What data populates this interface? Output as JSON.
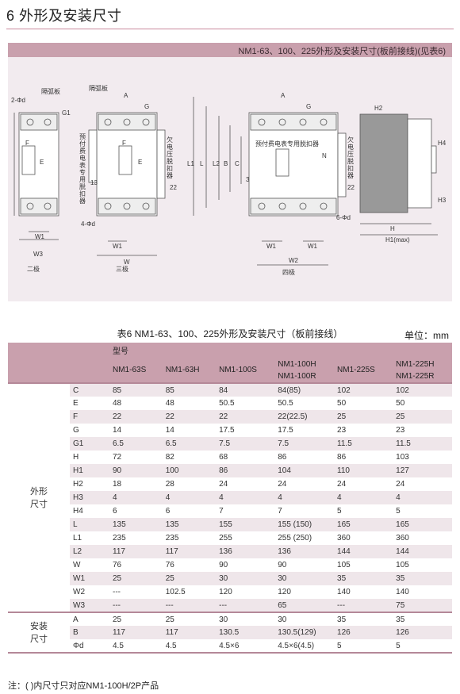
{
  "header": {
    "title": "6 外形及安装尺寸"
  },
  "banner": {
    "text": "NM1-63、100、225外形及安装尺寸(板前接线)(见表6)"
  },
  "diagram": {
    "labels": {
      "pole2": "二极",
      "pole3": "三极",
      "pole4": "四极",
      "arc_plate": "隔弧板",
      "arc_plate2": "隔弧板",
      "hole2": "2-Φd",
      "hole4": "4-Φd",
      "hole6": "6-Φd",
      "shunt": "预付费电表专用脱扣器",
      "shunt_v": "预付费电表专用脱扣器",
      "undervolt": "欠电压脱扣器",
      "undervolt2": "欠电压脱扣器",
      "A": "A",
      "A2": "A",
      "G": "G",
      "G2": "G",
      "G1": "G1",
      "F": "F",
      "F2": "F",
      "E": "E",
      "E2": "E",
      "N": "N",
      "L1": "L1",
      "L": "L",
      "L2": "L2",
      "B": "B",
      "C": "C",
      "W": "W",
      "W1": "W1",
      "W1b": "W1",
      "W1c": "W1",
      "W1d": "W1",
      "W2": "W2",
      "W3": "W3",
      "H": "H",
      "H1": "H1(max)",
      "H2": "H2",
      "H3": "H3",
      "H4": "H4",
      "n22a": "22",
      "n22b": "22",
      "n13": "13",
      "n3": "3"
    }
  },
  "table": {
    "caption": "表6 NM1-63、100、225外形及安装尺寸（板前接线）",
    "unit": "单位：mm",
    "model_label": "型号",
    "models": [
      "NM1-63S",
      "NM1-63H",
      "NM1-100S",
      "NM1-100H\nNM1-100R",
      "NM1-225S",
      "NM1-225H\nNM1-225R"
    ],
    "groups": [
      {
        "name": "外形\n尺寸",
        "rows": [
          {
            "param": "C",
            "values": [
              "85",
              "85",
              "84",
              "84(85)",
              "102",
              "102"
            ]
          },
          {
            "param": "E",
            "values": [
              "48",
              "48",
              "50.5",
              "50.5",
              "50",
              "50"
            ]
          },
          {
            "param": "F",
            "values": [
              "22",
              "22",
              "22",
              "22(22.5)",
              "25",
              "25"
            ]
          },
          {
            "param": "G",
            "values": [
              "14",
              "14",
              "17.5",
              "17.5",
              "23",
              "23"
            ]
          },
          {
            "param": "G1",
            "values": [
              "6.5",
              "6.5",
              "7.5",
              "7.5",
              "11.5",
              "11.5"
            ]
          },
          {
            "param": "H",
            "values": [
              "72",
              "82",
              "68",
              "86",
              "86",
              "103"
            ]
          },
          {
            "param": "H1",
            "values": [
              "90",
              "100",
              "86",
              "104",
              "110",
              "127"
            ]
          },
          {
            "param": "H2",
            "values": [
              "18",
              "28",
              "24",
              "24",
              "24",
              "24"
            ]
          },
          {
            "param": "H3",
            "values": [
              "4",
              "4",
              "4",
              "4",
              "4",
              "4"
            ]
          },
          {
            "param": "H4",
            "values": [
              "6",
              "6",
              "7",
              "7",
              "5",
              "5"
            ]
          },
          {
            "param": "L",
            "values": [
              "135",
              "135",
              "155",
              "155 (150)",
              "165",
              "165"
            ]
          },
          {
            "param": "L1",
            "values": [
              "235",
              "235",
              "255",
              "255 (250)",
              "360",
              "360"
            ]
          },
          {
            "param": "L2",
            "values": [
              "117",
              "117",
              "136",
              "136",
              "144",
              "144"
            ]
          },
          {
            "param": "W",
            "values": [
              "76",
              "76",
              "90",
              "90",
              "105",
              "105"
            ]
          },
          {
            "param": "W1",
            "values": [
              "25",
              "25",
              "30",
              "30",
              "35",
              "35"
            ]
          },
          {
            "param": "W2",
            "values": [
              "---",
              "102.5",
              "120",
              "120",
              "140",
              "140"
            ]
          },
          {
            "param": "W3",
            "values": [
              "---",
              "---",
              "---",
              "65",
              "---",
              "75"
            ]
          }
        ]
      },
      {
        "name": "安装\n尺寸",
        "rows": [
          {
            "param": "A",
            "values": [
              "25",
              "25",
              "30",
              "30",
              "35",
              "35"
            ]
          },
          {
            "param": "B",
            "values": [
              "117",
              "117",
              "130.5",
              "130.5(129)",
              "126",
              "126"
            ]
          },
          {
            "param": "Φd",
            "values": [
              "4.5",
              "4.5",
              "4.5×6",
              "4.5×6(4.5)",
              "5",
              "5"
            ]
          }
        ]
      }
    ]
  },
  "note": "注：( )内尺寸只对应NM1-100H/2P产品"
}
